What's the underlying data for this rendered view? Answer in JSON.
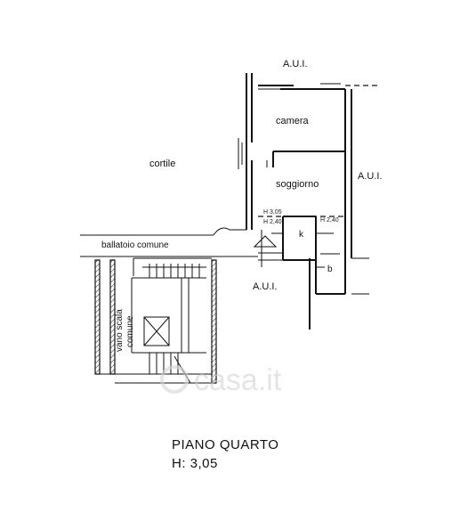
{
  "labels": {
    "aui_top": "A.U.I.",
    "aui_right": "A.U.I.",
    "aui_bottom": "A.U.I.",
    "cortile": "cortile",
    "camera": "camera",
    "soggiorno": "soggiorno",
    "ballatoio": "ballatoio comune",
    "vano_scala_1": "vano scala",
    "vano_scala_2": "comune",
    "kitchen": "k",
    "bath": "b",
    "h_left_1": "H 3,05",
    "h_left_2": "H 2,40",
    "h_right": "H 2,40"
  },
  "title": {
    "floor": "PIANO QUARTO",
    "height": "H: 3,05"
  },
  "watermark": "casa.it"
}
